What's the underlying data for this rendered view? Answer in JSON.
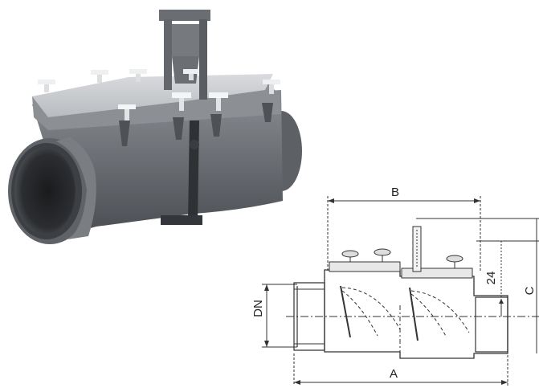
{
  "product": {
    "name_icon": "backflow-valve-photo"
  },
  "drawing": {
    "dimensions": {
      "A": "A",
      "B": "B",
      "C": "C",
      "DN": "DN",
      "offset": "24"
    }
  },
  "colors": {
    "body": "#6f7378",
    "body_dark": "#4a4d52",
    "body_light": "#9a9ea3",
    "lid": "#c9ccd0",
    "bolt": "#f1f2f3",
    "line": "#333333"
  }
}
